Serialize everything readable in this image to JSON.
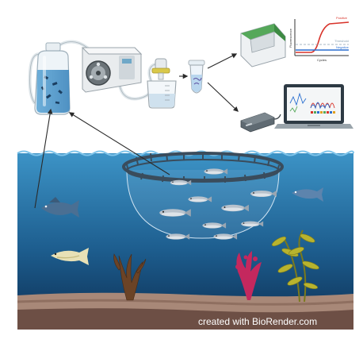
{
  "qpcr_plot": {
    "ylabel": "Fluorescence",
    "xlabel": "Cycles",
    "curve_labels": {
      "positive": "Positive",
      "threshold": "Threshold",
      "negative": "Negative"
    },
    "colors": {
      "positive": "#d8332a",
      "threshold": "#8aa0b0",
      "negative": "#2a6fd0"
    }
  },
  "watermark": "created with BioRender.com",
  "colors": {
    "water_top": "#3c93c6",
    "water_bottom": "#0c2e52",
    "seabed": "#a88878",
    "net_ring": "#3a4c5c",
    "arrow": "#2a2a2a"
  },
  "icons": [
    "sample-bottle-icon",
    "peristaltic-pump-icon",
    "filter-beaker-icon",
    "extraction-tube-icon",
    "qpcr-machine-icon",
    "sequencer-icon",
    "laptop-icon",
    "net-pen-icon",
    "fish-icon",
    "seaweed-icon"
  ]
}
